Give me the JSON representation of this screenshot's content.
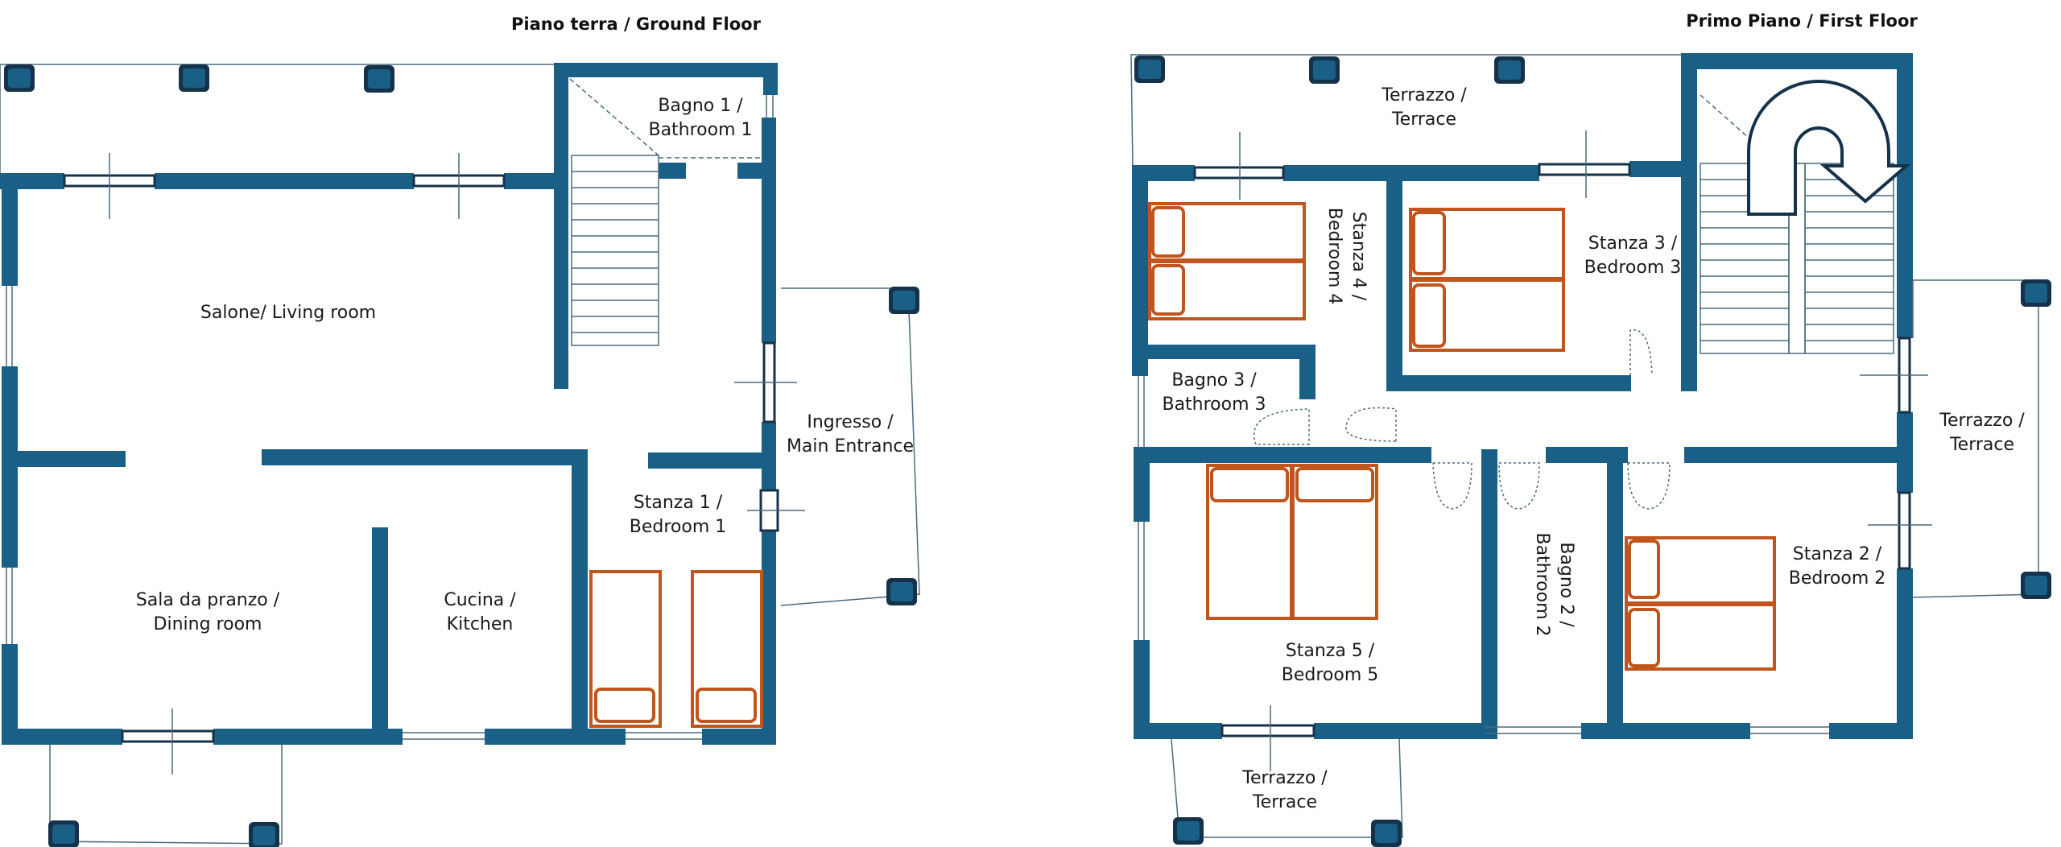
{
  "floors": {
    "ground": {
      "title": "Piano terra / Ground Floor",
      "rooms": {
        "bagno1": {
          "line1": "Bagno 1 /",
          "line2": "Bathroom 1"
        },
        "salone": {
          "line1": "Salone/ Living room"
        },
        "ingresso": {
          "line1": "Ingresso /",
          "line2": "Main Entrance"
        },
        "stanza1": {
          "line1": "Stanza 1 /",
          "line2": "Bedroom 1"
        },
        "pranzo": {
          "line1": "Sala da pranzo /",
          "line2": "Dining room"
        },
        "cucina": {
          "line1": "Cucina /",
          "line2": "Kitchen"
        }
      }
    },
    "first": {
      "title": "Primo Piano / First Floor",
      "rooms": {
        "terrazzo_top": {
          "line1": "Terrazzo /",
          "line2": "Terrace"
        },
        "stanza4": {
          "line1": "Stanza 4 /",
          "line2": "Bedroom 4"
        },
        "stanza3": {
          "line1": "Stanza 3 /",
          "line2": "Bedroom 3"
        },
        "bagno3": {
          "line1": "Bagno 3 /",
          "line2": "Bathroom 3"
        },
        "terrazzo_right": {
          "line1": "Terrazzo /",
          "line2": "Terrace"
        },
        "bagno2": {
          "line1": "Bagno 2 /",
          "line2": "Bathroom 2"
        },
        "stanza2": {
          "line1": "Stanza 2 /",
          "line2": "Bedroom 2"
        },
        "stanza5": {
          "line1": "Stanza 5 /",
          "line2": "Bedroom 5"
        },
        "terrazzo_bottom": {
          "line1": "Terrazzo /",
          "line2": "Terrace"
        }
      }
    }
  },
  "colors": {
    "wall": "#1a5f85",
    "bed": "#c0561e",
    "line": "#4a6b7d"
  }
}
